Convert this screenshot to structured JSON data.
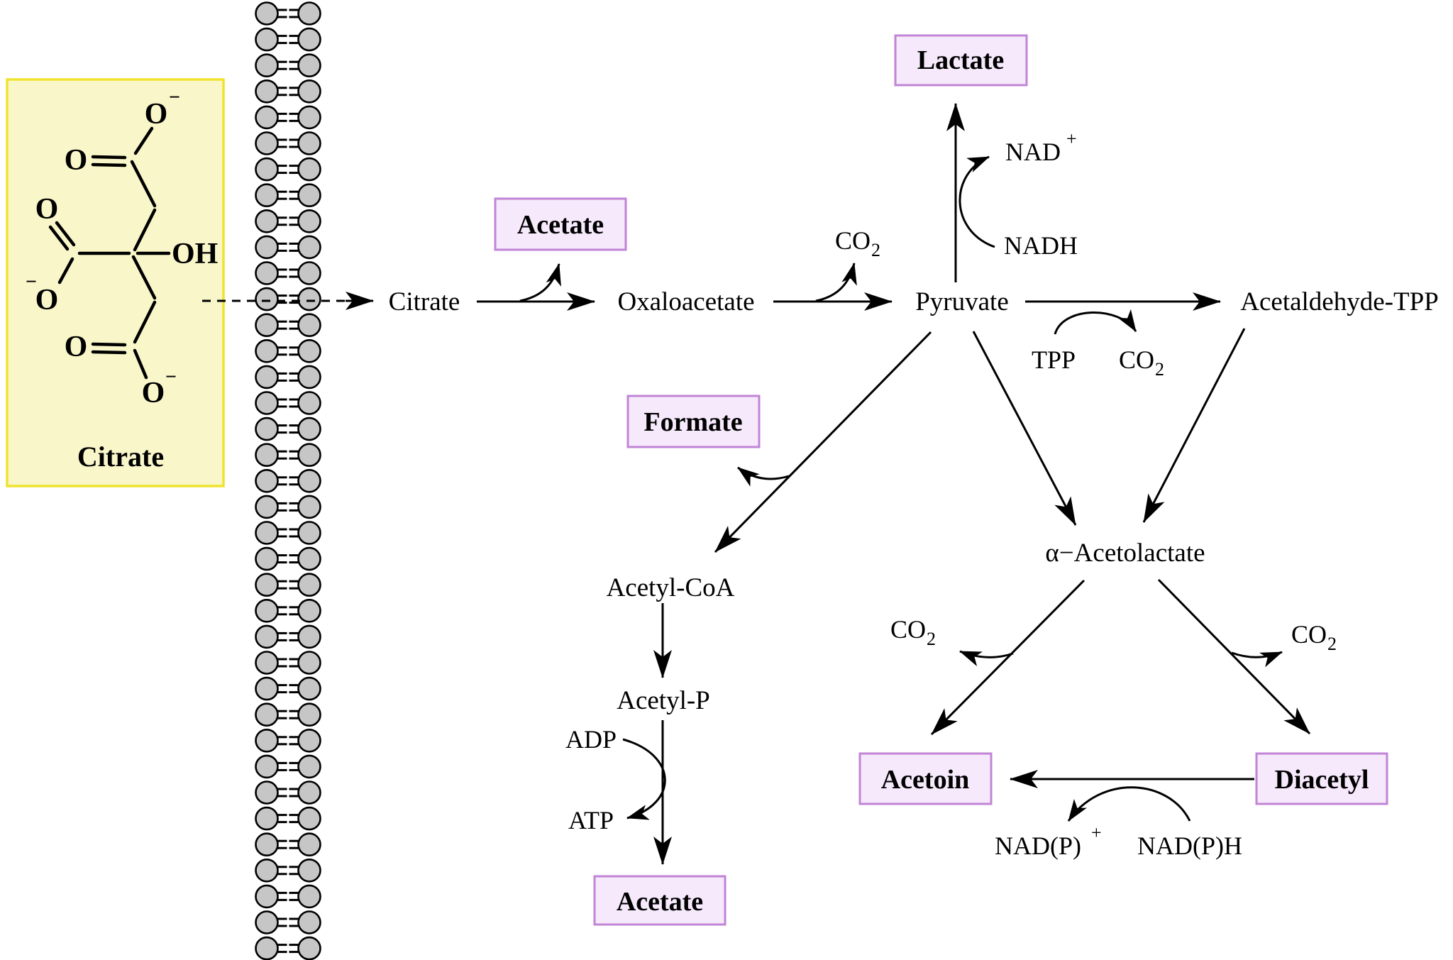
{
  "inset": {
    "label": "Citrate",
    "atom_o": "O",
    "atom_oh": "OH",
    "charge_minus": "−"
  },
  "nodes": {
    "citrate": "Citrate",
    "oxaloacetate": "Oxaloacetate",
    "pyruvate": "Pyruvate",
    "acetaldehyde_tpp": "Acetaldehyde-TPP",
    "alpha_acetolactate": "α−Acetolactate",
    "acetyl_coa": "Acetyl-CoA",
    "acetyl_p": "Acetyl-P"
  },
  "boxes": {
    "lactate": "Lactate",
    "acetate_top": "Acetate",
    "formate": "Formate",
    "acetate_bottom": "Acetate",
    "acetoin": "Acetoin",
    "diacetyl": "Diacetyl"
  },
  "cofactors": {
    "nad_plus_base": "NAD",
    "nad_plus_sup": "+",
    "nadh": "NADH",
    "tpp": "TPP",
    "co2_base": "CO",
    "co2_sub": "2",
    "adp": "ADP",
    "atp": "ATP",
    "nadp_plus_base": "NAD(P)",
    "nadp_plus_sup": "+",
    "nadph": "NAD(P)H"
  },
  "colors": {
    "product_box_fill": "#f5e9fb",
    "product_box_border": "#c184d6",
    "inset_fill": "#f9f7c9",
    "inset_border": "#efe32f",
    "membrane_fill": "#c6c6c6"
  }
}
